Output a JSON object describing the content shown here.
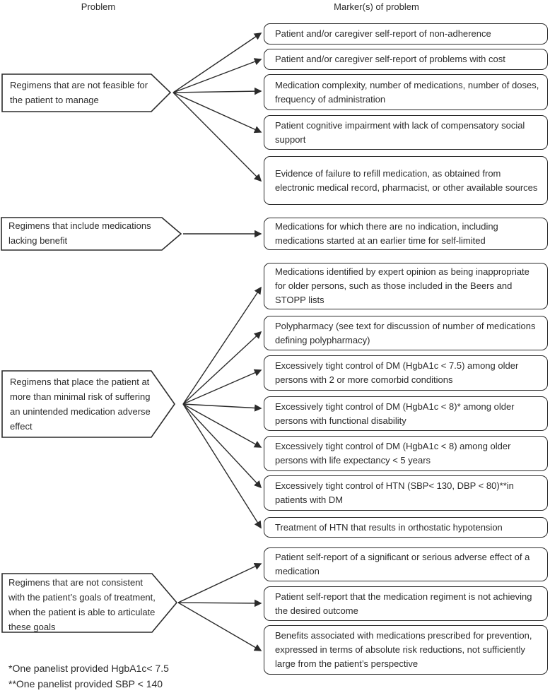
{
  "title": {
    "problem_col": "Problem",
    "marker_col": "Marker(s) of problem"
  },
  "groups": [
    {
      "problem": "Regimens that are not feasible for the patient to manage",
      "markers": [
        "Patient and/or caregiver self-report of non-adherence",
        "Patient and/or caregiver self-report of problems with cost",
        "Medication complexity, number of medications, number of doses, frequency of administration",
        "Patient cognitive impairment with lack of compensatory social support",
        "Evidence of failure to refill medication, as obtained from electronic medical record, pharmacist, or other available sources"
      ]
    },
    {
      "problem": "Regimens that include medications lacking benefit",
      "markers": [
        "Medications for which there are no indication, including medications started at an earlier time for self-limited"
      ]
    },
    {
      "problem": "Regimens that place the patient at more than minimal risk of suffering an unintended medication adverse effect",
      "markers": [
        "Medications identified by expert opinion as being inappropriate for older persons, such as those included in the Beers and STOPP lists",
        "Polypharmacy (see text for discussion of number of medications defining polypharmacy)",
        "Excessively tight control of DM (HgbA1c < 7.5) among older persons with 2 or more comorbid conditions",
        "Excessively tight control of DM (HgbA1c < 8)* among older persons with functional disability",
        "Excessively tight control of DM (HgbA1c < 8) among older persons with life expectancy < 5 years",
        "Excessively tight control of HTN (SBP< 130, DBP < 80)**in patients with DM",
        "Treatment of HTN that results in orthostatic hypotension"
      ]
    },
    {
      "problem": "Regimens that are not consistent with the patient’s goals of treatment, when the patient is able to articulate these goals",
      "markers": [
        "Patient self-report of a significant or serious adverse effect of a medication",
        "Patient self-report that the medication regiment is not achieving the desired outcome",
        "Benefits associated with medications prescribed for prevention, expressed in terms of absolute risk reductions, not sufficiently large from the patient’s perspective"
      ]
    }
  ],
  "footnotes": [
    "*One panelist provided HgbA1c< 7.5",
    "**One panelist provided SBP < 140"
  ],
  "colors": {
    "ink": "#2b2b2b",
    "background": "#ffffff"
  }
}
